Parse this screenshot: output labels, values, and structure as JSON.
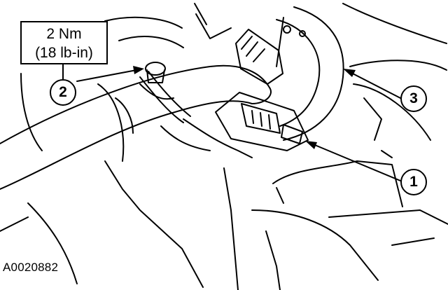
{
  "torque_spec": {
    "line1": "2 Nm",
    "line2": "(18 lb-in)"
  },
  "callouts": {
    "fastener": "2",
    "clockspring": "3",
    "connector": "1"
  },
  "figure_id": "A0020882",
  "colors": {
    "ink": "#000000",
    "paper": "#ffffff"
  }
}
